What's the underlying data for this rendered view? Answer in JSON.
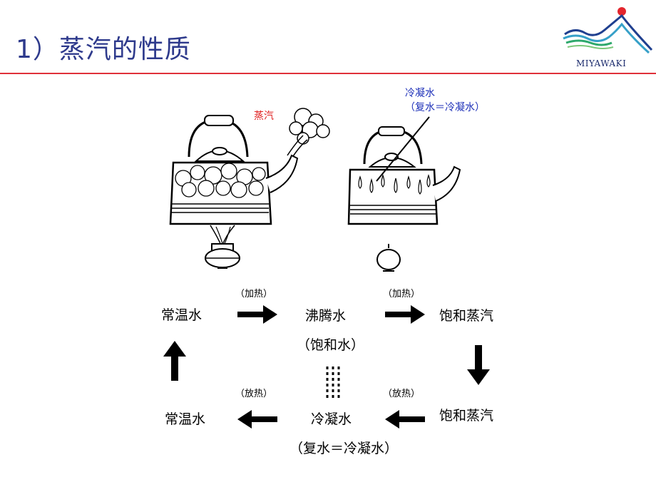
{
  "title": "1）蒸汽的性质",
  "logo": {
    "text": "MIYAWAKI"
  },
  "illustration": {
    "steam_label": "蒸汽",
    "steam_label_color": "#e02020",
    "condensate_label": "冷凝水",
    "condensate_sub": "（复水＝冷凝水）",
    "condensate_color": "#1c2fb8"
  },
  "cycle": {
    "top_left": "常温水",
    "top_center": "沸腾水",
    "top_center_sub": "（饱和水）",
    "top_right": "饱和蒸汽",
    "bottom_right": "饱和蒸汽",
    "bottom_center": "冷凝水",
    "bottom_center_sub": "（复水＝冷凝水）",
    "bottom_left": "常温水",
    "heat_label_1": "（加热）",
    "heat_label_2": "（加热）",
    "release_label_1": "（放热）",
    "release_label_2": "（放热）"
  },
  "colors": {
    "title": "#2e3a8c",
    "rule": "#e0303a"
  }
}
